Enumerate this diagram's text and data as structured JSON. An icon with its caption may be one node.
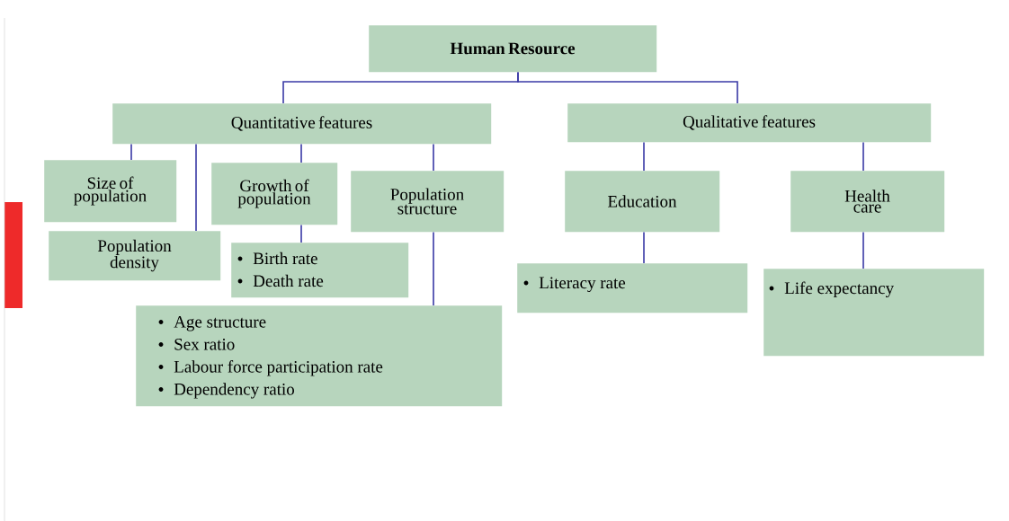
{
  "diagram": {
    "nodes": [
      {
        "text": [
          "Human Resource"
        ]
      },
      {
        "text": [
          "Quantitative features"
        ]
      },
      {
        "text": [
          "Qualitative features"
        ]
      },
      {
        "text": [
          "Size of population"
        ]
      },
      {
        "text": [
          "Population density"
        ]
      },
      {
        "text": [
          "Growth of population"
        ]
      },
      {
        "text": [
          "Population structure"
        ]
      },
      {
        "text": [
          "Birth rate",
          "Death rate"
        ]
      },
      {
        "text": [
          "Age structure",
          "Sex ratio",
          "Labour force participation rate",
          "Dependency ratio"
        ]
      },
      {
        "text": [
          "Education"
        ]
      },
      {
        "text": [
          "Health care"
        ]
      },
      {
        "text": [
          "Literacy rate"
        ]
      },
      {
        "text": [
          "Life expectancy"
        ]
      }
    ],
    "edges": [
      {
        "from": 0,
        "to": 1,
        "arrow": "none"
      },
      {
        "from": 0,
        "to": 2,
        "arrow": "none"
      },
      {
        "from": 1,
        "to": 3,
        "arrow": "none"
      },
      {
        "from": 1,
        "to": 4,
        "arrow": "none"
      },
      {
        "from": 1,
        "to": 5,
        "arrow": "none"
      },
      {
        "from": 1,
        "to": 6,
        "arrow": "none"
      },
      {
        "from": 5,
        "to": 7,
        "arrow": "none"
      },
      {
        "from": 6,
        "to": 8,
        "arrow": "none"
      },
      {
        "from": 2,
        "to": 9,
        "arrow": "none"
      },
      {
        "from": 2,
        "to": 10,
        "arrow": "none"
      },
      {
        "from": 9,
        "to": 11,
        "arrow": "none"
      },
      {
        "from": 10,
        "to": 12,
        "arrow": "none"
      }
    ]
  }
}
